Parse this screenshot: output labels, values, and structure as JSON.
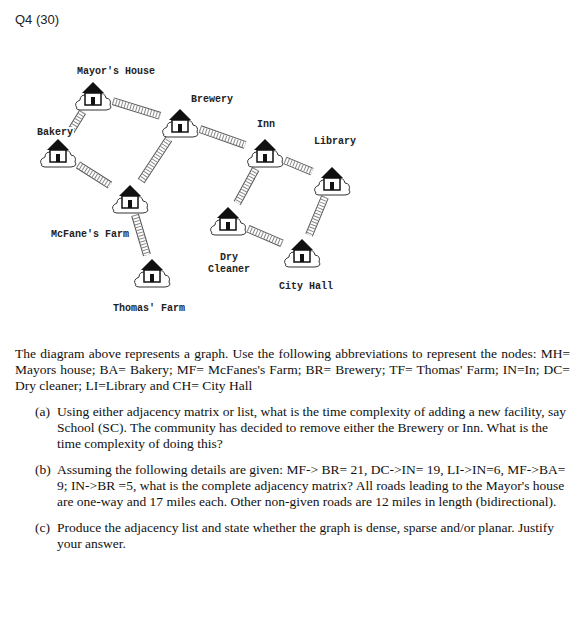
{
  "diagram": {
    "nodes": [
      {
        "text": [
          "Mayor's House"
        ]
      },
      {
        "text": [
          "Bakery"
        ]
      },
      {
        "text": [
          "Brewery"
        ]
      },
      {
        "text": [
          "McFane's Farm"
        ]
      },
      {
        "text": [
          "Inn"
        ]
      },
      {
        "text": [
          "Library"
        ]
      },
      {
        "text": [
          "Dry Cleaner"
        ]
      },
      {
        "text": [
          "City Hall"
        ]
      },
      {
        "text": [
          "Thomas' Farm"
        ]
      }
    ],
    "edges": [
      {
        "from": 0,
        "to": 2,
        "arrow": "none"
      },
      {
        "from": 0,
        "to": 1,
        "arrow": "none"
      },
      {
        "from": 1,
        "to": 3,
        "arrow": "none"
      },
      {
        "from": 3,
        "to": 2,
        "arrow": "none"
      },
      {
        "from": 2,
        "to": 4,
        "arrow": "none"
      },
      {
        "from": 4,
        "to": 5,
        "arrow": "none"
      },
      {
        "from": 4,
        "to": 6,
        "arrow": "none"
      },
      {
        "from": 6,
        "to": 7,
        "arrow": "none"
      },
      {
        "from": 5,
        "to": 7,
        "arrow": "none"
      },
      {
        "from": 3,
        "to": 8,
        "arrow": "none"
      }
    ],
    "labels": [
      "Q4 (30)",
      "The diagram above represents a graph. Use the following abbreviations to represent the nodes: MH= Mayors house; BA= Bakery; MF= McFanes's Farm; BR= Brewery; TF= Thomas' Farm; IN=In; DC= Dry cleaner; LI=Library and CH= City Hall",
      "(a)",
      "Using either adjacency matrix or list, what is the time complexity of adding a new facility, say School (SC). The community has decided to remove either the Brewery or Inn. What is the time complexity of doing this?",
      "(b)",
      "Assuming the following details are given: MF-> BR= 21, DC->IN= 19, LI->IN=6, MF->BA= 9; IN->BR =5, what is the complete adjacency matrix? All roads leading to the Mayor's house are one-way and 17 miles each. Other non-given roads are 12 miles in length (bidirectional).",
      "(c)",
      "Produce the adjacency list and state whether the graph is dense, sparse and/or planar. Justify your answer."
    ]
  }
}
